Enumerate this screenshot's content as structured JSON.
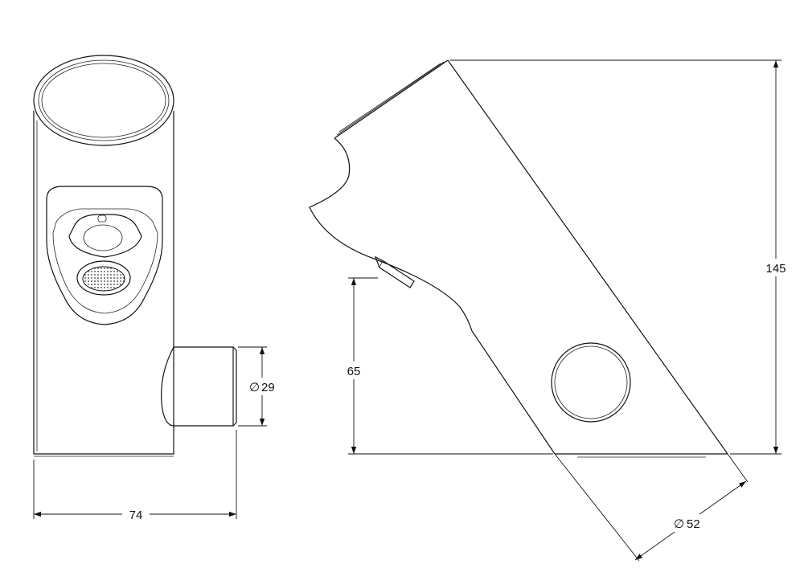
{
  "dimensions": {
    "front_width": "74",
    "outlet_diameter": "29",
    "spout_height": "65",
    "total_height": "145",
    "body_diameter": "52"
  },
  "symbols": {
    "diameter": "∅"
  }
}
